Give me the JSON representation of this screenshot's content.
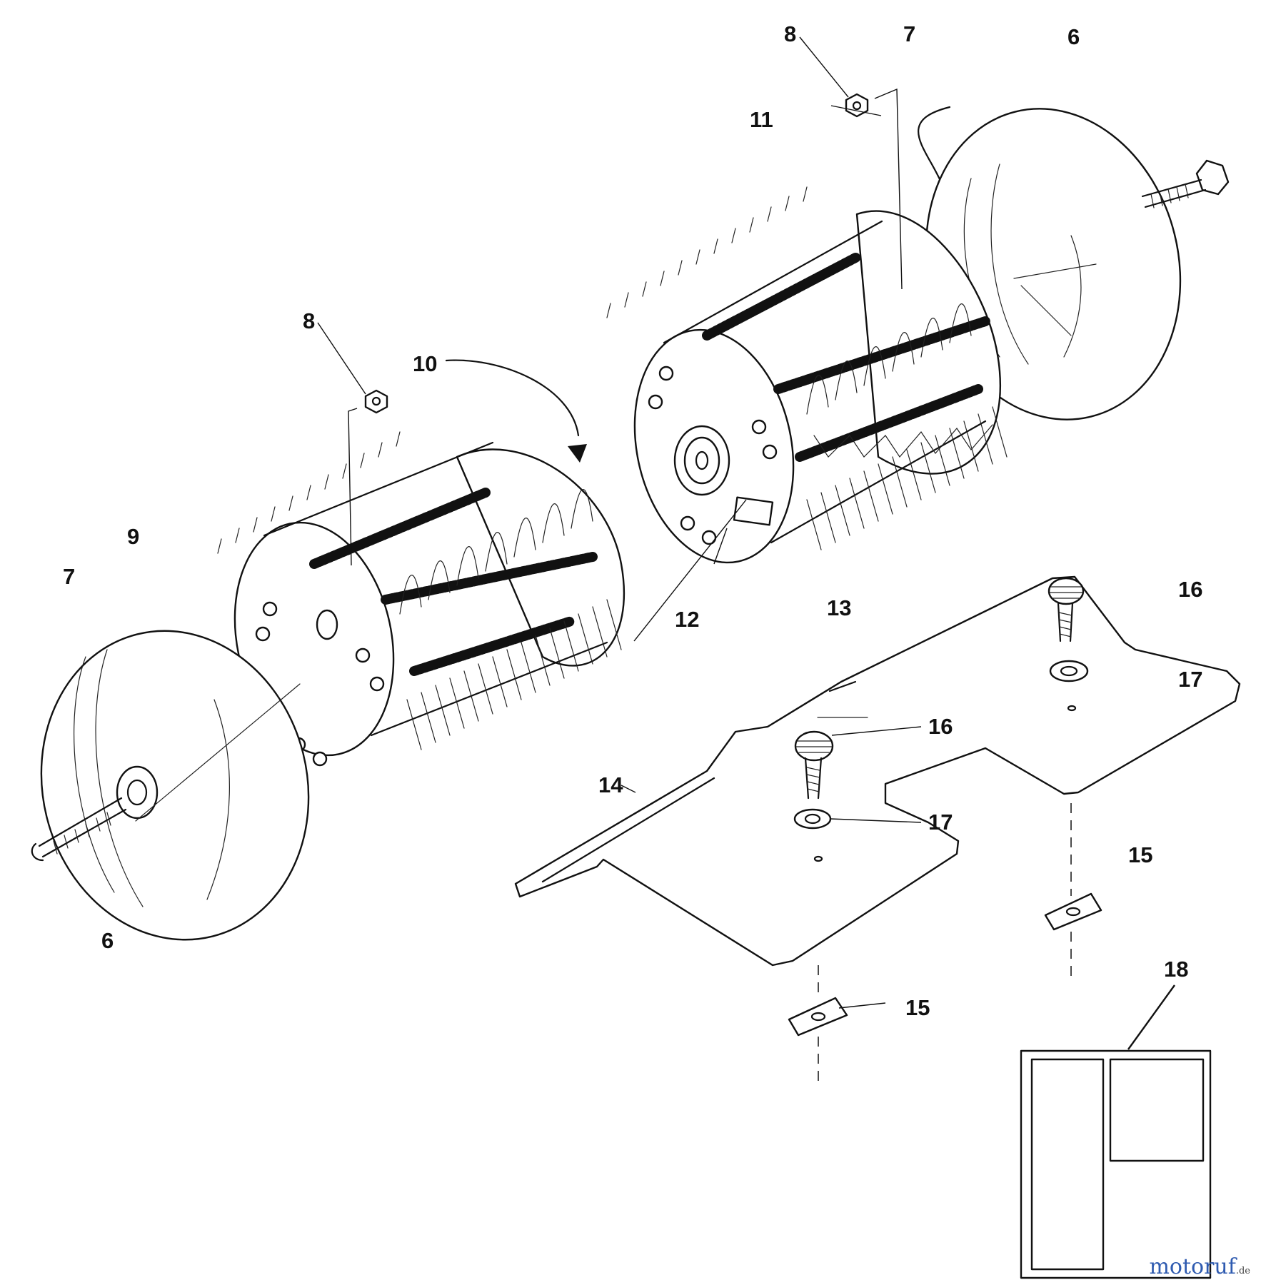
{
  "callouts": {
    "c6_top": "6",
    "c7_top": "7",
    "c8_top": "8",
    "c11": "11",
    "c8_left": "8",
    "c10": "10",
    "c9": "9",
    "c7_left": "7",
    "c12": "12",
    "c13": "13",
    "c16_top": "16",
    "c17_top": "17",
    "c16_mid": "16",
    "c14": "14",
    "c17_mid": "17",
    "c15_right": "15",
    "c6_bottom": "6",
    "c15_bottom": "15",
    "c18": "18"
  },
  "watermark": {
    "text": "motoruf",
    "tld": ".de"
  },
  "colors": {
    "line": "#111111",
    "background": "#ffffff",
    "watermark": "#2f5bb0"
  }
}
